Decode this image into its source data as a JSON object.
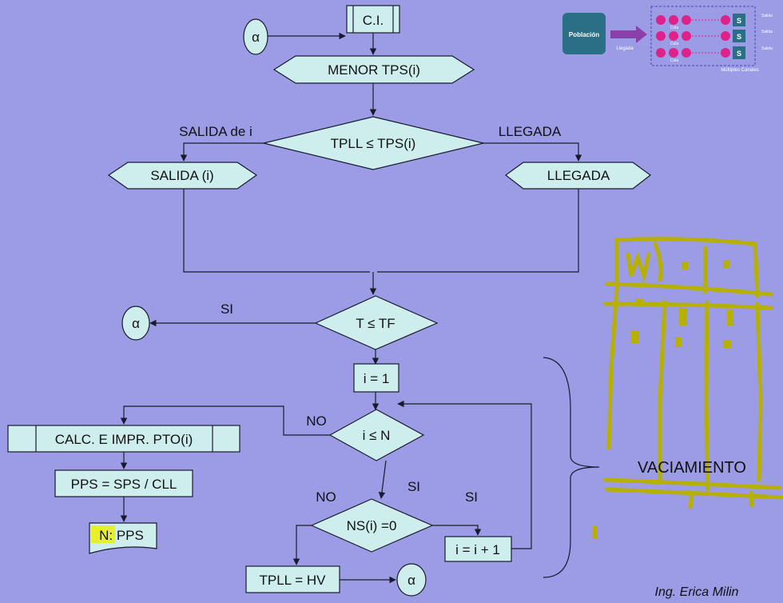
{
  "nodes": {
    "ci": "C.I.",
    "alpha_top": "α",
    "menor_tps": "MENOR TPS(i)",
    "tpll_cond": "TPLL ≤ TPS(i)",
    "salida_i": "SALIDA (i)",
    "llegada": "LLEGADA",
    "t_tf": "T ≤ TF",
    "alpha_left": "α",
    "i_eq_1": "i = 1",
    "i_le_n": "i ≤ N",
    "calc_impr": "CALC. E IMPR. PTO(i)",
    "pps_calc": "PPS = SPS / CLL",
    "print_pps": "N: PPS",
    "ns_cond": "NS(i) =0",
    "i_inc": "i = i + 1",
    "tpll_hv": "TPLL = HV",
    "alpha_bottom": "α"
  },
  "labels": {
    "salida_de_i": "SALIDA de i",
    "llegada": "LLEGADA",
    "si_t": "SI",
    "no_i": "NO",
    "si_i": "SI",
    "no_ns": "NO",
    "si_ns": "SI",
    "vaciamiento": "VACIAMIENTO",
    "author": "Ing. Erica Milin"
  },
  "thumbnail": {
    "poblacion": "Población",
    "llegada": "Llegada",
    "server": "S",
    "cola": "Cola",
    "salida": "Salida",
    "caption": "Múltiples Canales"
  },
  "colors": {
    "background": "#9b9be6",
    "node_fill": "#cdeeed",
    "line": "#1a1a2e",
    "sketch": "#b7b000",
    "thumb_box": "#2b6f86",
    "thumb_dots": "#e0218a",
    "thumb_arrow": "#8b3fa8"
  }
}
